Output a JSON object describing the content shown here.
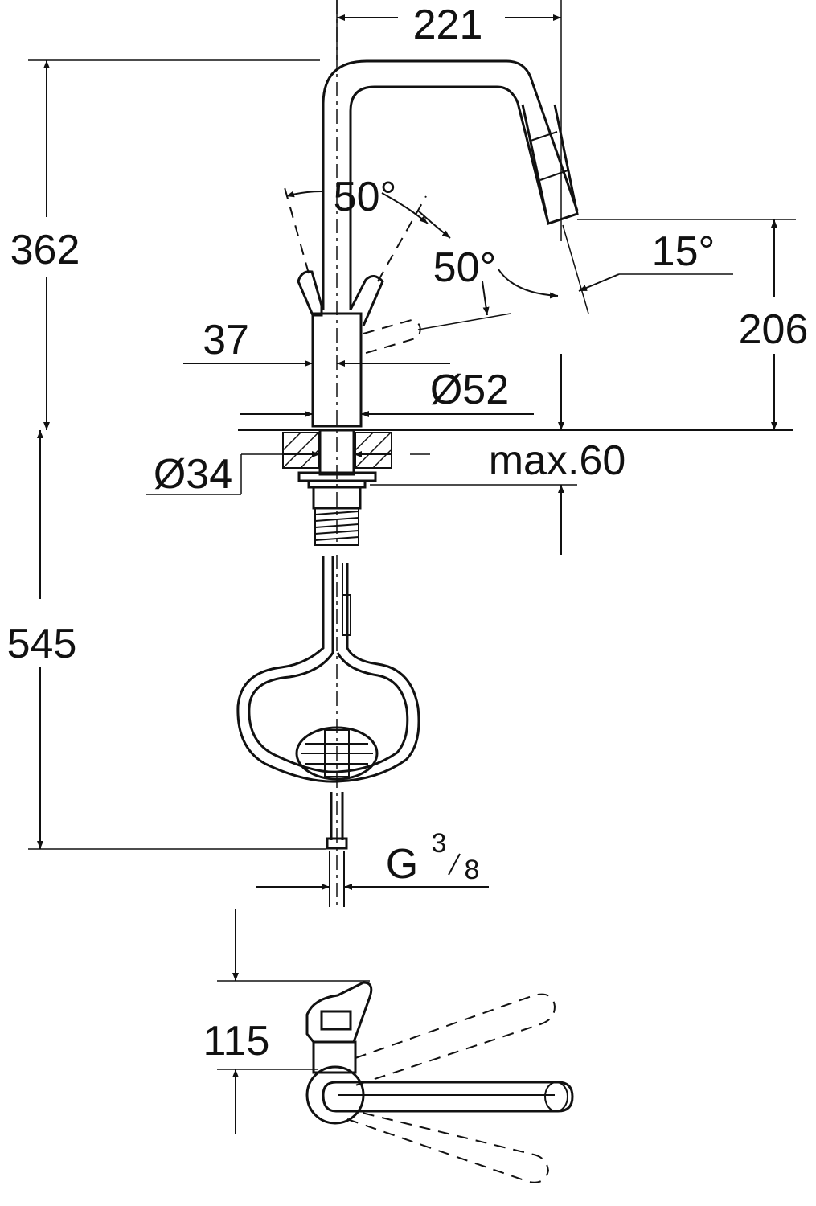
{
  "dimensions": {
    "reach": "221",
    "total_height": "362",
    "spout_height": "206",
    "lever_angle_left": "50°",
    "lever_angle_right": "50°",
    "spray_angle": "15°",
    "lever_offset": "37",
    "base_diameter": "Ø52",
    "hole_diameter": "Ø34",
    "max_thickness": "max.60",
    "hose_length": "545",
    "connection_main": "G",
    "connection_num": "3",
    "connection_den": "8",
    "lever_height": "115"
  },
  "colors": {
    "line": "#111111",
    "background": "#ffffff"
  }
}
